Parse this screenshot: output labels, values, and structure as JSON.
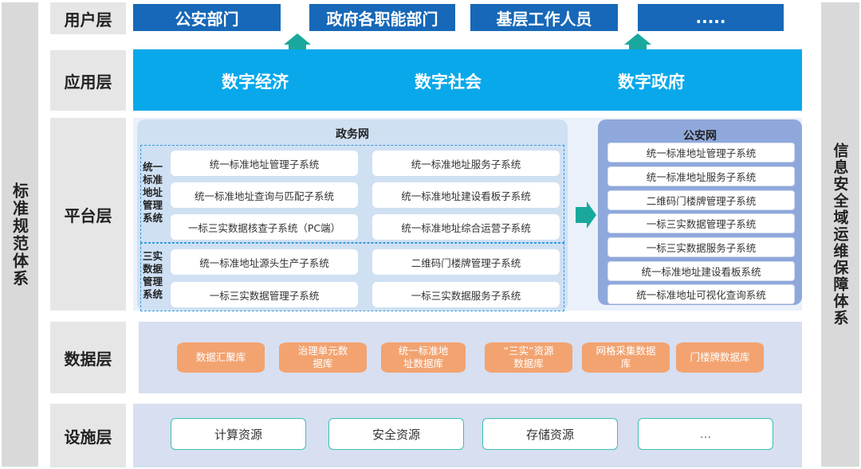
{
  "left_side": {
    "label": "标准规范体系"
  },
  "right_side": {
    "label": "信息安全域运维保障体系"
  },
  "layers": {
    "user": "用户层",
    "app": "应用层",
    "platform": "平台层",
    "data": "数据层",
    "infra": "设施层"
  },
  "user_layer": {
    "items": [
      "公安部门",
      "政府各职能部门",
      "基层工作人员",
      "....."
    ]
  },
  "app_layer": {
    "items": [
      "数字经济",
      "数字社会",
      "数字政府"
    ]
  },
  "platform_layer": {
    "gov": {
      "title": "政务网",
      "group1": {
        "label": "统一标准地址管理系统",
        "items": [
          "统一标准地址管理子系统",
          "统一标准地址服务子系统",
          "统一标准地址查询与匹配子系统",
          "统一标准地址建设看板子系统",
          "一标三实数据核查子系统（PC端）",
          "统一标准地址综合运营子系统"
        ]
      },
      "group2": {
        "label": "三实数据管理系统",
        "items": [
          "统一标准地址源头生产子系统",
          "二维码门楼牌管理子系统",
          "一标三实数据管理子系统",
          "一标三实数据服务子系统"
        ]
      }
    },
    "police": {
      "title": "公安网",
      "items": [
        "统一标准地址管理子系统",
        "统一标准地址服务子系统",
        "二维码门楼牌管理子系统",
        "一标三实数据管理子系统",
        "一标三实数据服务子系统",
        "统一标准地址建设看板系统",
        "统一标准地址可视化查询系统"
      ]
    }
  },
  "data_layer": {
    "items": [
      "数据汇聚库",
      "治理单元数据库",
      "统一标准地址数据库",
      "“三实”资源数据库",
      "网格采集数据库",
      "门楼牌数据库"
    ]
  },
  "infra_layer": {
    "items": [
      "计算资源",
      "安全资源",
      "存储资源",
      "..."
    ]
  },
  "colors": {
    "user_box": "#1768b8",
    "app_band": "#08a8ea",
    "arrow": "#1aa89d",
    "db": "#f2a370",
    "police_panel": "#8fa8dc",
    "res_border": "#3bbfb5"
  }
}
